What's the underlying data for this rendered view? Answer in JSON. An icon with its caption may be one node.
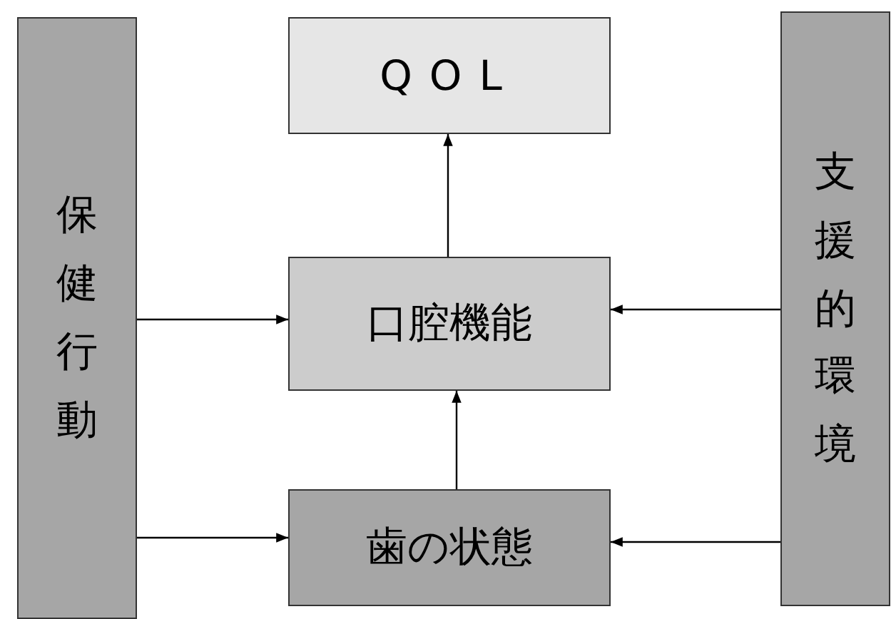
{
  "diagram": {
    "nodes": [
      {
        "text": [
          "保健行動"
        ]
      },
      {
        "text": [
          "QOL"
        ]
      },
      {
        "text": [
          "口腔機能"
        ]
      },
      {
        "text": [
          "歯の状態"
        ]
      },
      {
        "text": [
          "支援的環境"
        ]
      }
    ],
    "edges": [
      {
        "from": 2,
        "to": 1,
        "arrow": "to"
      },
      {
        "from": 3,
        "to": 2,
        "arrow": "to"
      },
      {
        "from": 0,
        "to": 2,
        "arrow": "to"
      },
      {
        "from": 0,
        "to": 3,
        "arrow": "to"
      },
      {
        "from": 4,
        "to": 2,
        "arrow": "to"
      },
      {
        "from": 4,
        "to": 3,
        "arrow": "to"
      }
    ]
  }
}
